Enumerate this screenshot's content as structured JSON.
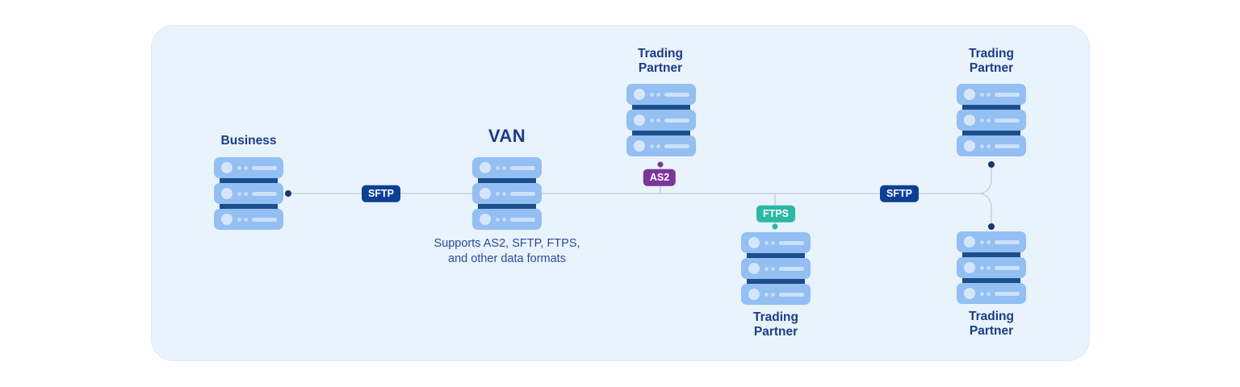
{
  "diagram": {
    "business": {
      "label": "Business"
    },
    "van": {
      "label": "VAN",
      "caption": [
        "Supports AS2, SFTP, FTPS,",
        "and other data formats"
      ]
    },
    "trading_partners": {
      "top_center": {
        "label": "Trading Partner"
      },
      "top_right": {
        "label": "Trading Partner"
      },
      "bottom_center": {
        "label": "Trading Partner"
      },
      "bottom_right": {
        "label": "Trading Partner"
      }
    },
    "protocol_badges": {
      "sftp_left": {
        "label": "SFTP",
        "color": "#0E3F94"
      },
      "as2": {
        "label": "AS2",
        "color": "#7B3699"
      },
      "ftps": {
        "label": "FTPS",
        "color": "#2BB8A4"
      },
      "sftp_right": {
        "label": "SFTP",
        "color": "#0E3F94"
      }
    },
    "colors": {
      "panel_bg": "#E9F3FC",
      "panel_border": "#DCEAF6",
      "label_navy": "#1D3C87",
      "caption_blue": "#2B4A99",
      "server_body": "#93BFF3",
      "server_band": "#1B4E8A",
      "server_detail": "#D5E6FB",
      "line": "#C4CBD2",
      "dot_navy": "#17376F",
      "dot_purple": "#7B3699",
      "dot_teal": "#2BB8A4"
    }
  }
}
